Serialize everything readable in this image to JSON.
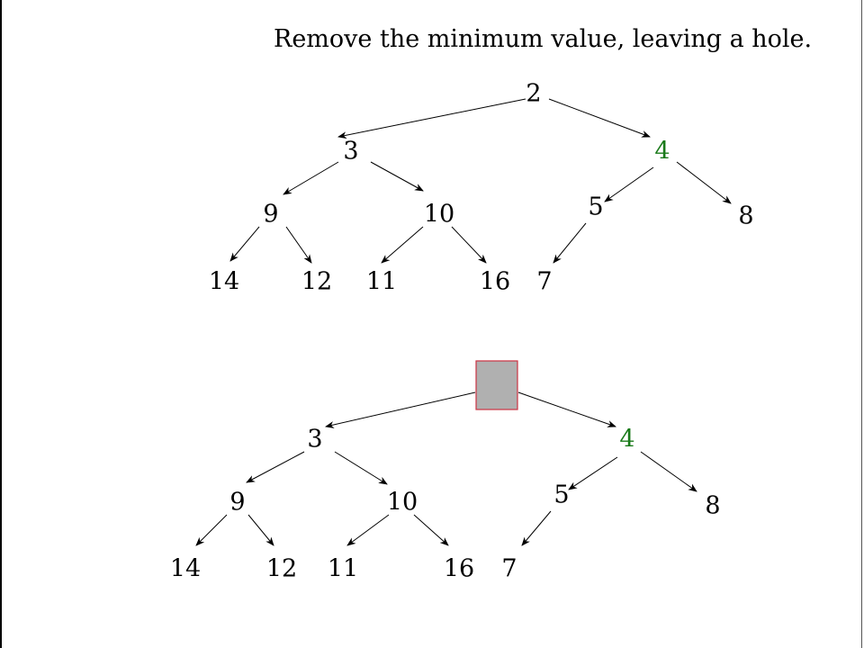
{
  "caption": "Remove the minimum value, leaving a hole.",
  "colors": {
    "text": "#000000",
    "highlight": "#1a7a1a",
    "hole_fill": "#b0b0b0",
    "hole_border": "#cc3344"
  },
  "trees": [
    {
      "id": "before",
      "nodes": [
        {
          "label": "2"
        },
        {
          "label": "3"
        },
        {
          "label": "4",
          "highlight": true
        },
        {
          "label": "9"
        },
        {
          "label": "10"
        },
        {
          "label": "5"
        },
        {
          "label": "8"
        },
        {
          "label": "14"
        },
        {
          "label": "12"
        },
        {
          "label": "11"
        },
        {
          "label": "16"
        },
        {
          "label": "7"
        }
      ]
    },
    {
      "id": "after",
      "nodes": [
        {
          "label": "",
          "hole": true
        },
        {
          "label": "3"
        },
        {
          "label": "4",
          "highlight": true
        },
        {
          "label": "9"
        },
        {
          "label": "10"
        },
        {
          "label": "5"
        },
        {
          "label": "8"
        },
        {
          "label": "14"
        },
        {
          "label": "12"
        },
        {
          "label": "11"
        },
        {
          "label": "16"
        },
        {
          "label": "7"
        }
      ]
    }
  ]
}
